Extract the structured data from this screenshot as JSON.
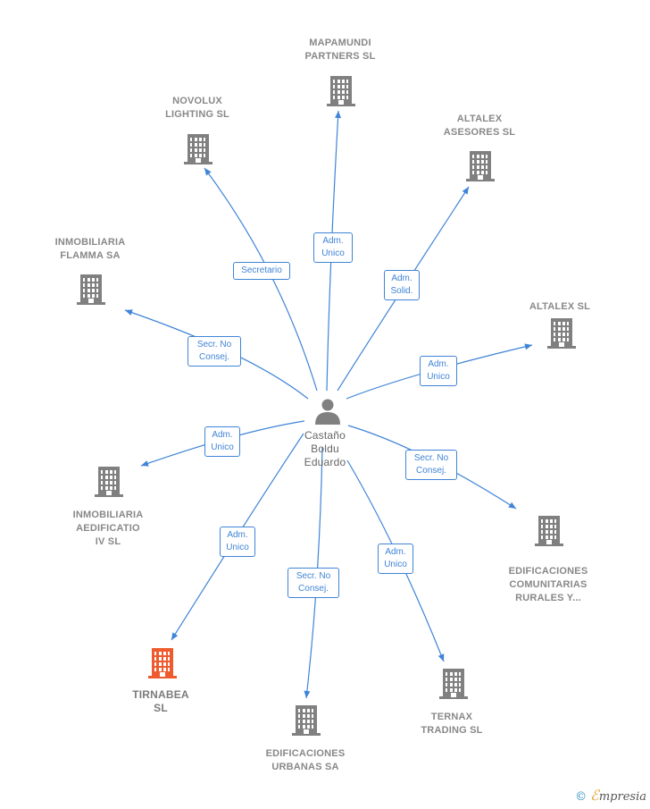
{
  "center": {
    "name": "Castaño\nBoldu\nEduardo",
    "icon": "person-icon"
  },
  "companies": [
    {
      "id": "mapamundi",
      "label": "MAPAMUNDI\nPARTNERS SL",
      "role": "Adm.\nUnico",
      "icon": "building-icon"
    },
    {
      "id": "novolux",
      "label": "NOVOLUX\nLIGHTING  SL",
      "role": "Secretario",
      "icon": "building-icon"
    },
    {
      "id": "altalex-asesores",
      "label": "ALTALEX\nASESORES  SL",
      "role": "Adm.\nSolid.",
      "icon": "building-icon"
    },
    {
      "id": "inmobiliaria-flamma",
      "label": "INMOBILIARIA\nFLAMMA SA",
      "role": "Secr.  No\nConsej.",
      "icon": "building-icon"
    },
    {
      "id": "altalex",
      "label": "ALTALEX SL",
      "role": "Adm.\nUnico",
      "icon": "building-icon"
    },
    {
      "id": "inmobiliaria-aedificatio",
      "label": "INMOBILIARIA\nAEDIFICATIO\nIV  SL",
      "role": "Adm.\nUnico",
      "icon": "building-icon"
    },
    {
      "id": "edificaciones-comunitarias",
      "label": "EDIFICACIONES\nCOMUNITARIAS\nRURALES Y...",
      "role": "Secr.  No\nConsej.",
      "icon": "building-icon"
    },
    {
      "id": "tirnabea",
      "label": "TIRNABEA\nSL",
      "role": "Adm.\nUnico",
      "icon": "building-icon",
      "highlight": true
    },
    {
      "id": "edificaciones-urbanas",
      "label": "EDIFICACIONES\nURBANAS SA",
      "role": "Secr.  No\nConsej.",
      "icon": "building-icon"
    },
    {
      "id": "ternax",
      "label": "TERNAX\nTRADING SL",
      "role": "Adm.\nUnico",
      "icon": "building-icon"
    }
  ],
  "colors": {
    "edge": "#3f84d6",
    "building": "#808080",
    "building_highlight": "#ee5b2e"
  },
  "watermark": {
    "symbol": "©",
    "brand_initial": "ℰ",
    "brand_rest": "mpresia"
  }
}
